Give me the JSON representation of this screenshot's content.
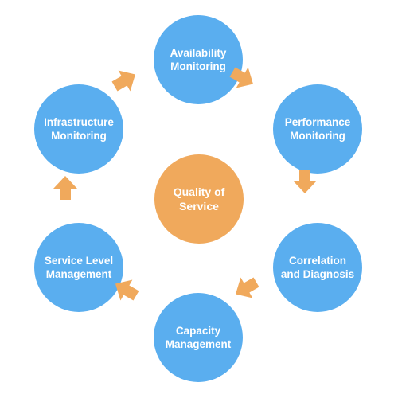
{
  "colors": {
    "outer_node": "#5aaeef",
    "center_node": "#f0a95c",
    "arrow": "#f0a95c",
    "text": "#ffffff"
  },
  "nodes": {
    "availability": "Availability\nMonitoring",
    "performance": "Performance\nMonitoring",
    "correlation": "Correlation\nand Diagnosis",
    "capacity": "Capacity\nManagement",
    "service_level": "Service Level\nManagement",
    "infrastructure": "Infrastructure\nMonitoring",
    "center": "Quality of\nService"
  },
  "arrows": [
    {
      "from": "availability",
      "to": "performance",
      "icon": "arrow-icon"
    },
    {
      "from": "performance",
      "to": "correlation",
      "icon": "arrow-icon"
    },
    {
      "from": "correlation",
      "to": "capacity",
      "icon": "arrow-icon"
    },
    {
      "from": "capacity",
      "to": "service_level",
      "icon": "arrow-icon"
    },
    {
      "from": "service_level",
      "to": "infrastructure",
      "icon": "arrow-icon"
    },
    {
      "from": "infrastructure",
      "to": "availability",
      "icon": "arrow-icon"
    }
  ]
}
